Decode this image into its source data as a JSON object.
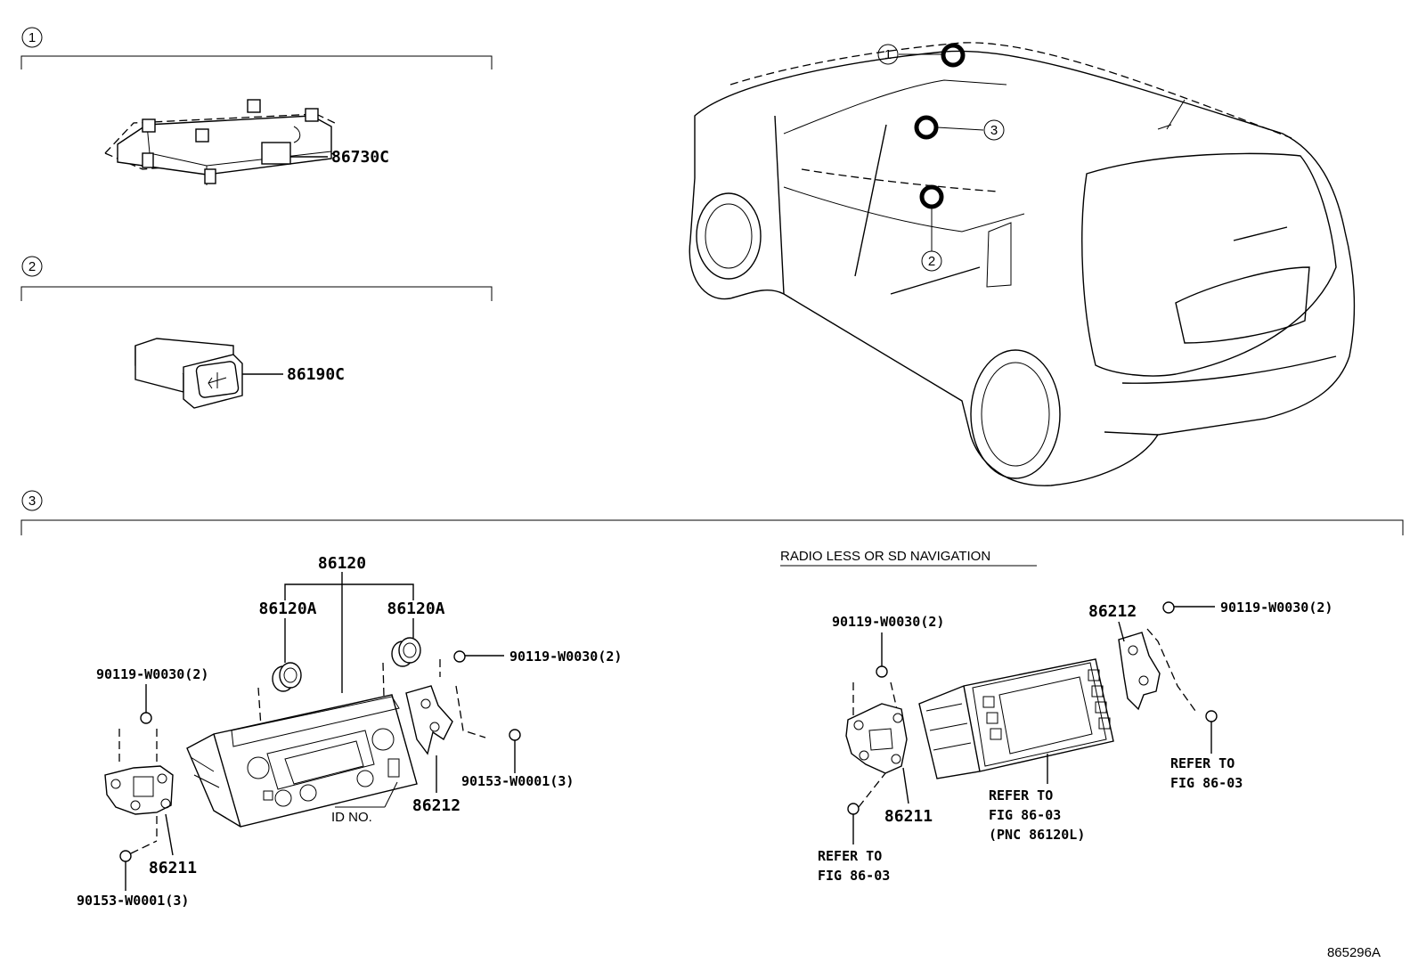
{
  "sections": {
    "s1_num": "1",
    "s2_num": "2",
    "s3_num": "3"
  },
  "labels": {
    "p86730C": "86730C",
    "p86190C": "86190C",
    "p86120": "86120",
    "p86120A_left": "86120A",
    "p86120A_right": "86120A",
    "bolt_left": "90119-W0030(2)",
    "bolt_mid": "90119-W0030(2)",
    "screw_mid": "90153-W0001(3)",
    "screw_left": "90153-W0001(3)",
    "p86212_left": "86212",
    "p86211_left": "86211",
    "id_no": "ID NO.",
    "radio_less_title": "RADIO LESS OR SD NAVIGATION",
    "bolt_r1": "90119-W0030(2)",
    "bolt_r2": "90119-W0030(2)",
    "p86212_right": "86212",
    "p86211_right": "86211",
    "refer_bl_1": "REFER TO",
    "refer_bl_2": "FIG 86-03",
    "refer_c_1": "REFER TO",
    "refer_c_2": "FIG 86-03",
    "refer_c_3": "(PNC 86120L)",
    "refer_r_1": "REFER TO",
    "refer_r_2": "FIG 86-03",
    "car_callout_1": "1",
    "car_callout_2": "2",
    "car_callout_3": "3",
    "figure_id": "865296A"
  }
}
